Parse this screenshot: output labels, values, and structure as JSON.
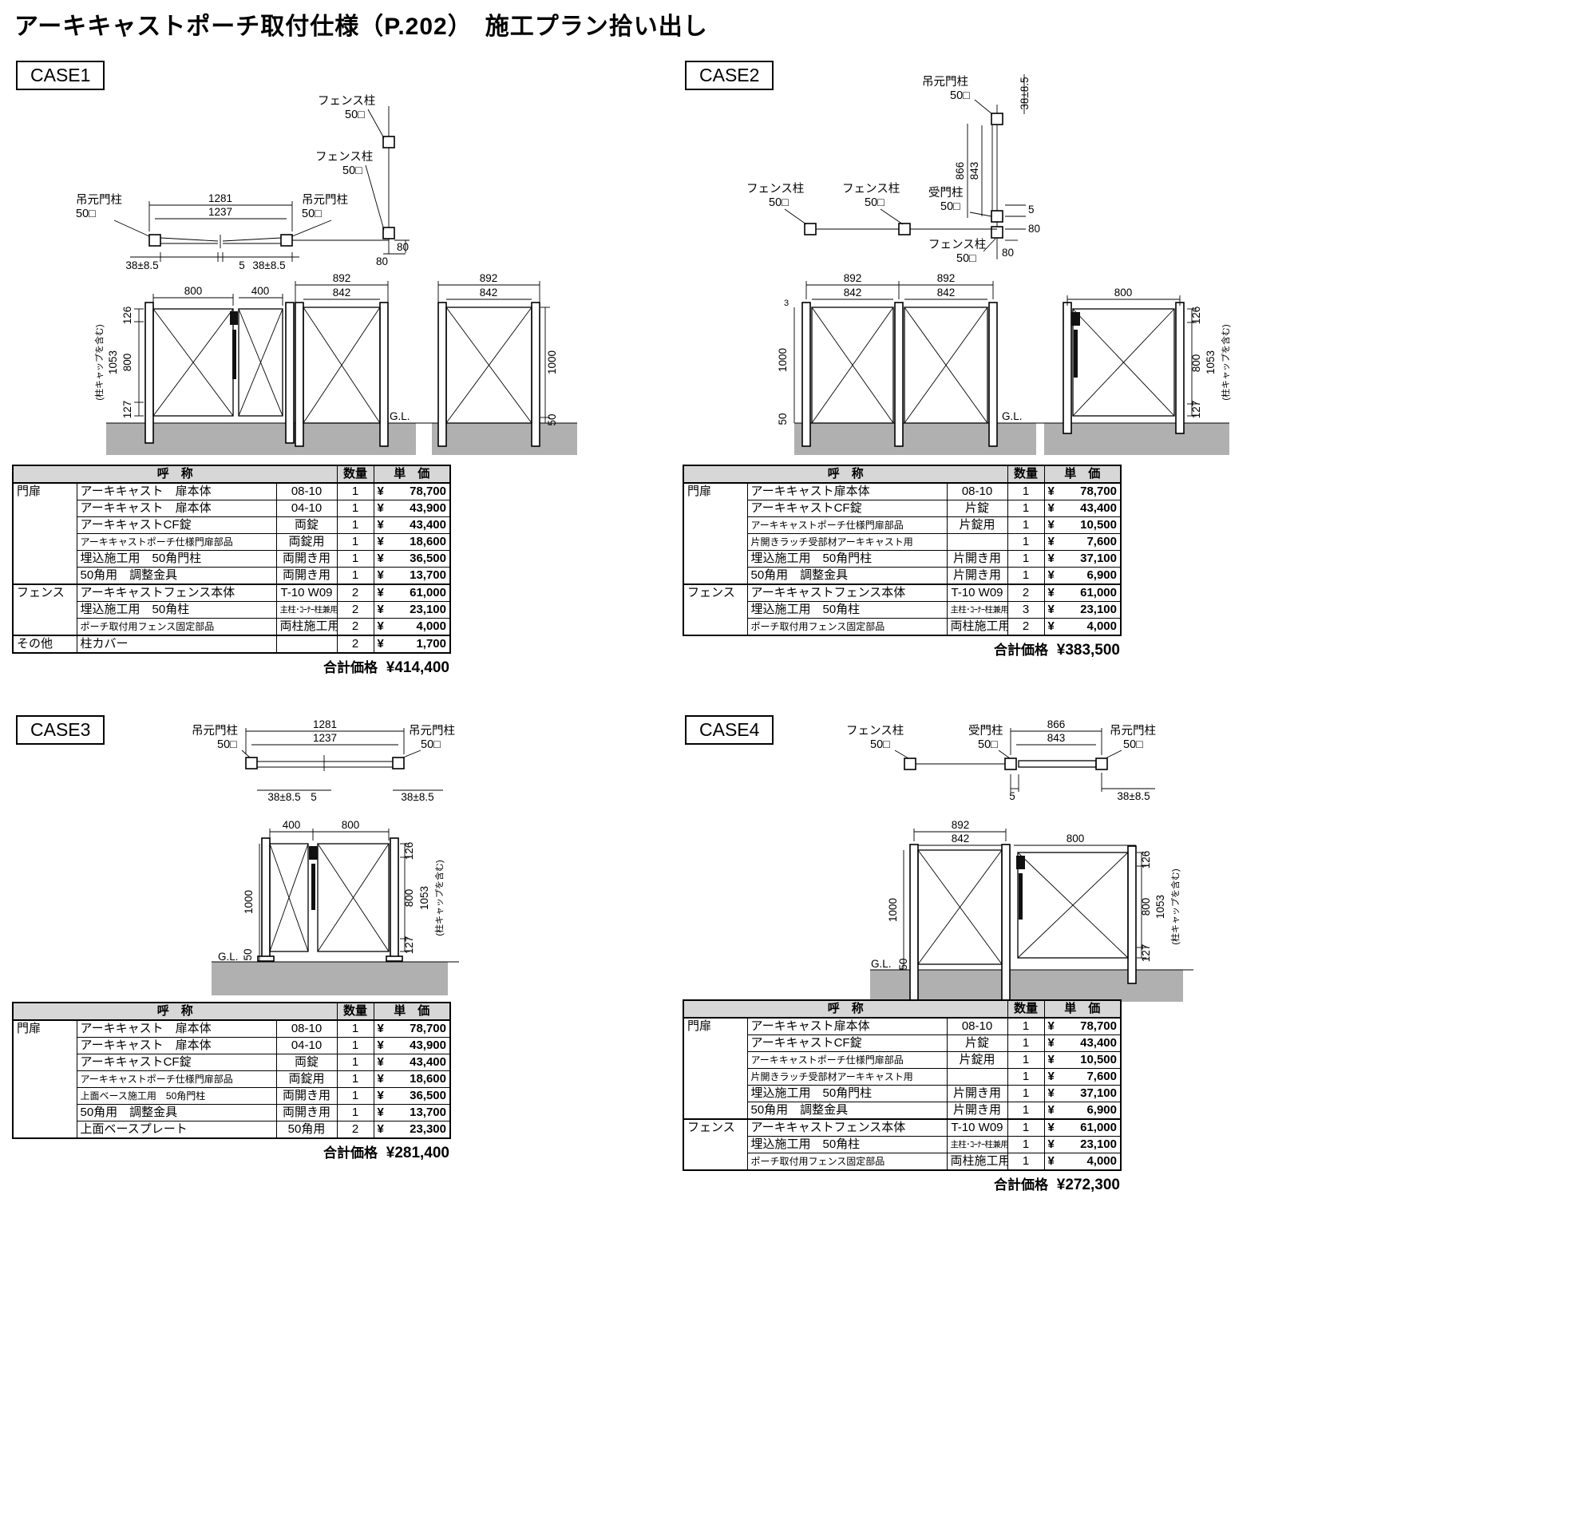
{
  "page_title": "アーキキャストポーチ取付仕様（P.202）　施工プラン拾い出し",
  "table": {
    "name_header": "呼　称",
    "qty_header": "数量",
    "price_header": "単　価",
    "total_label": "合計価格",
    "currency": "¥"
  },
  "cases": [
    {
      "label": "CASE1",
      "total": "¥414,400",
      "rows": [
        {
          "cat": "門扉",
          "name": "アーキキャスト　扉本体",
          "spec": "08-10",
          "qty": "1",
          "price": "78,700"
        },
        {
          "name": "アーキキャスト　扉本体",
          "spec": "04-10",
          "qty": "1",
          "price": "43,900"
        },
        {
          "name": "アーキキャストCF錠",
          "spec": "両錠",
          "qty": "1",
          "price": "43,400"
        },
        {
          "name": "アーキキャストポーチ仕様門扉部品",
          "spec": "両錠用",
          "qty": "1",
          "price": "18,600"
        },
        {
          "name": "埋込施工用　50角門柱",
          "spec": "両開き用",
          "qty": "1",
          "price": "36,500"
        },
        {
          "name": "50角用　調整金具",
          "spec": "両開き用",
          "qty": "1",
          "price": "13,700"
        },
        {
          "cat": "フェンス",
          "name": "アーキキャストフェンス本体",
          "spec": "T-10 W09",
          "qty": "2",
          "price": "61,000"
        },
        {
          "name": "埋込施工用　50角柱",
          "spec": "主柱･ｺｰﾅｰ柱兼用",
          "qty": "2",
          "price": "23,100"
        },
        {
          "name": "ポーチ取付用フェンス固定部品",
          "spec": "両柱施工用",
          "qty": "2",
          "price": "4,000"
        },
        {
          "cat": "その他",
          "name": "柱カバー",
          "spec": "",
          "qty": "2",
          "price": "1,700"
        }
      ],
      "drawing": {
        "fence_post1": "フェンス柱",
        "fence_post1_size": "50□",
        "fence_post2": "フェンス柱",
        "fence_post2_size": "50□",
        "hinge_post_left": "吊元門柱",
        "hinge_post_left_size": "50□",
        "hinge_post_right": "吊元門柱",
        "hinge_post_right_size": "50□",
        "dim_1281": "1281",
        "dim_1237": "1237",
        "dim_38_left": "38±8.5",
        "dim_5": "5",
        "dim_38_right": "38±8.5",
        "dim_80_a": "80",
        "dim_80_b": "80",
        "dim_800": "800",
        "dim_400": "400",
        "dim_892_a": "892",
        "dim_842_a": "842",
        "dim_892_b": "892",
        "dim_842_b": "842",
        "dim_126": "126",
        "dim_800v": "800",
        "dim_127": "127",
        "dim_1053": "1053",
        "cap_note": "(柱キャップを含む)",
        "dim_1000": "1000",
        "dim_50": "50",
        "gl": "G.L."
      }
    },
    {
      "label": "CASE2",
      "total": "¥383,500",
      "rows": [
        {
          "cat": "門扉",
          "name": "アーキキャスト扉本体",
          "spec": "08-10",
          "qty": "1",
          "price": "78,700"
        },
        {
          "name": "アーキキャストCF錠",
          "spec": "片錠",
          "qty": "1",
          "price": "43,400"
        },
        {
          "name": "アーキキャストポーチ仕様門扉部品",
          "spec": "片錠用",
          "qty": "1",
          "price": "10,500"
        },
        {
          "name": "片開きラッチ受部材アーキキャスト用",
          "spec": "",
          "qty": "1",
          "price": "7,600"
        },
        {
          "name": "埋込施工用　50角門柱",
          "spec": "片開き用",
          "qty": "1",
          "price": "37,100"
        },
        {
          "name": "50角用　調整金具",
          "spec": "片開き用",
          "qty": "1",
          "price": "6,900"
        },
        {
          "cat": "フェンス",
          "name": "アーキキャストフェンス本体",
          "spec": "T-10 W09",
          "qty": "2",
          "price": "61,000"
        },
        {
          "name": "埋込施工用　50角柱",
          "spec": "主柱･ｺｰﾅｰ柱兼用",
          "qty": "3",
          "price": "23,100"
        },
        {
          "name": "ポーチ取付用フェンス固定部品",
          "spec": "両柱施工用",
          "qty": "2",
          "price": "4,000"
        }
      ],
      "drawing": {
        "hinge_post": "吊元門柱",
        "hinge_post_size": "50□",
        "dim_38": "38±8.5",
        "dim_866": "866",
        "dim_843": "843",
        "recv_post": "受門柱",
        "recv_post_size": "50□",
        "fence_post1": "フェンス柱",
        "fence_post1_size": "50□",
        "fence_post2": "フェンス柱",
        "fence_post2_size": "50□",
        "fence_post3": "フェンス柱",
        "fence_post3_size": "50□",
        "dim_5": "5",
        "dim_80_a": "80",
        "dim_80_b": "80",
        "dim_892_a": "892",
        "dim_842_a": "842",
        "dim_892_b": "892",
        "dim_842_b": "842",
        "dim_3": "3",
        "dim_1000": "1000",
        "dim_50": "50",
        "gl": "G.L.",
        "dim_800": "800",
        "dim_126": "126",
        "dim_800v": "800",
        "dim_127": "127",
        "dim_1053": "1053",
        "cap_note": "(柱キャップを含む)"
      }
    },
    {
      "label": "CASE3",
      "total": "¥281,400",
      "rows": [
        {
          "cat": "門扉",
          "name": "アーキキャスト　扉本体",
          "spec": "08-10",
          "qty": "1",
          "price": "78,700"
        },
        {
          "name": "アーキキャスト　扉本体",
          "spec": "04-10",
          "qty": "1",
          "price": "43,900"
        },
        {
          "name": "アーキキャストCF錠",
          "spec": "両錠",
          "qty": "1",
          "price": "43,400"
        },
        {
          "name": "アーキキャストポーチ仕様門扉部品",
          "spec": "両錠用",
          "qty": "1",
          "price": "18,600"
        },
        {
          "name": "上面ベース施工用　50角門柱",
          "spec": "両開き用",
          "qty": "1",
          "price": "36,500"
        },
        {
          "name": "50角用　調整金具",
          "spec": "両開き用",
          "qty": "1",
          "price": "13,700"
        },
        {
          "name": "上面ベースプレート",
          "spec": "50角用",
          "qty": "2",
          "price": "23,300"
        }
      ],
      "drawing": {
        "hinge_post_left": "吊元門柱",
        "hinge_post_left_size": "50□",
        "hinge_post_right": "吊元門柱",
        "hinge_post_right_size": "50□",
        "dim_1281": "1281",
        "dim_1237": "1237",
        "dim_38_left": "38±8.5",
        "dim_5": "5",
        "dim_38_right": "38±8.5",
        "dim_400": "400",
        "dim_800": "800",
        "dim_1000": "1000",
        "dim_50": "50",
        "gl": "G.L.",
        "dim_126": "126",
        "dim_800v": "800",
        "dim_127": "127",
        "dim_1053": "1053",
        "cap_note": "(柱キャップを含む)"
      }
    },
    {
      "label": "CASE4",
      "total": "¥272,300",
      "rows": [
        {
          "cat": "門扉",
          "name": "アーキキャスト扉本体",
          "spec": "08-10",
          "qty": "1",
          "price": "78,700"
        },
        {
          "name": "アーキキャストCF錠",
          "spec": "片錠",
          "qty": "1",
          "price": "43,400"
        },
        {
          "name": "アーキキャストポーチ仕様門扉部品",
          "spec": "片錠用",
          "qty": "1",
          "price": "10,500"
        },
        {
          "name": "片開きラッチ受部材アーキキャスト用",
          "spec": "",
          "qty": "1",
          "price": "7,600"
        },
        {
          "name": "埋込施工用　50角門柱",
          "spec": "片開き用",
          "qty": "1",
          "price": "37,100"
        },
        {
          "name": "50角用　調整金具",
          "spec": "片開き用",
          "qty": "1",
          "price": "6,900"
        },
        {
          "cat": "フェンス",
          "name": "アーキキャストフェンス本体",
          "spec": "T-10 W09",
          "qty": "1",
          "price": "61,000"
        },
        {
          "name": "埋込施工用　50角柱",
          "spec": "主柱･ｺｰﾅｰ柱兼用",
          "qty": "1",
          "price": "23,100"
        },
        {
          "name": "ポーチ取付用フェンス固定部品",
          "spec": "両柱施工用",
          "qty": "1",
          "price": "4,000"
        }
      ],
      "drawing": {
        "fence_post": "フェンス柱",
        "fence_post_size": "50□",
        "recv_post": "受門柱",
        "recv_post_size": "50□",
        "hinge_post": "吊元門柱",
        "hinge_post_size": "50□",
        "dim_866": "866",
        "dim_843": "843",
        "dim_5": "5",
        "dim_38": "38±8.5",
        "dim_892": "892",
        "dim_842": "842",
        "dim_800": "800",
        "dim_1000": "1000",
        "dim_50": "50",
        "gl": "G.L.",
        "dim_126": "126",
        "dim_800v": "800",
        "dim_127": "127",
        "dim_1053": "1053",
        "cap_note": "(柱キャップを含む)"
      }
    }
  ]
}
